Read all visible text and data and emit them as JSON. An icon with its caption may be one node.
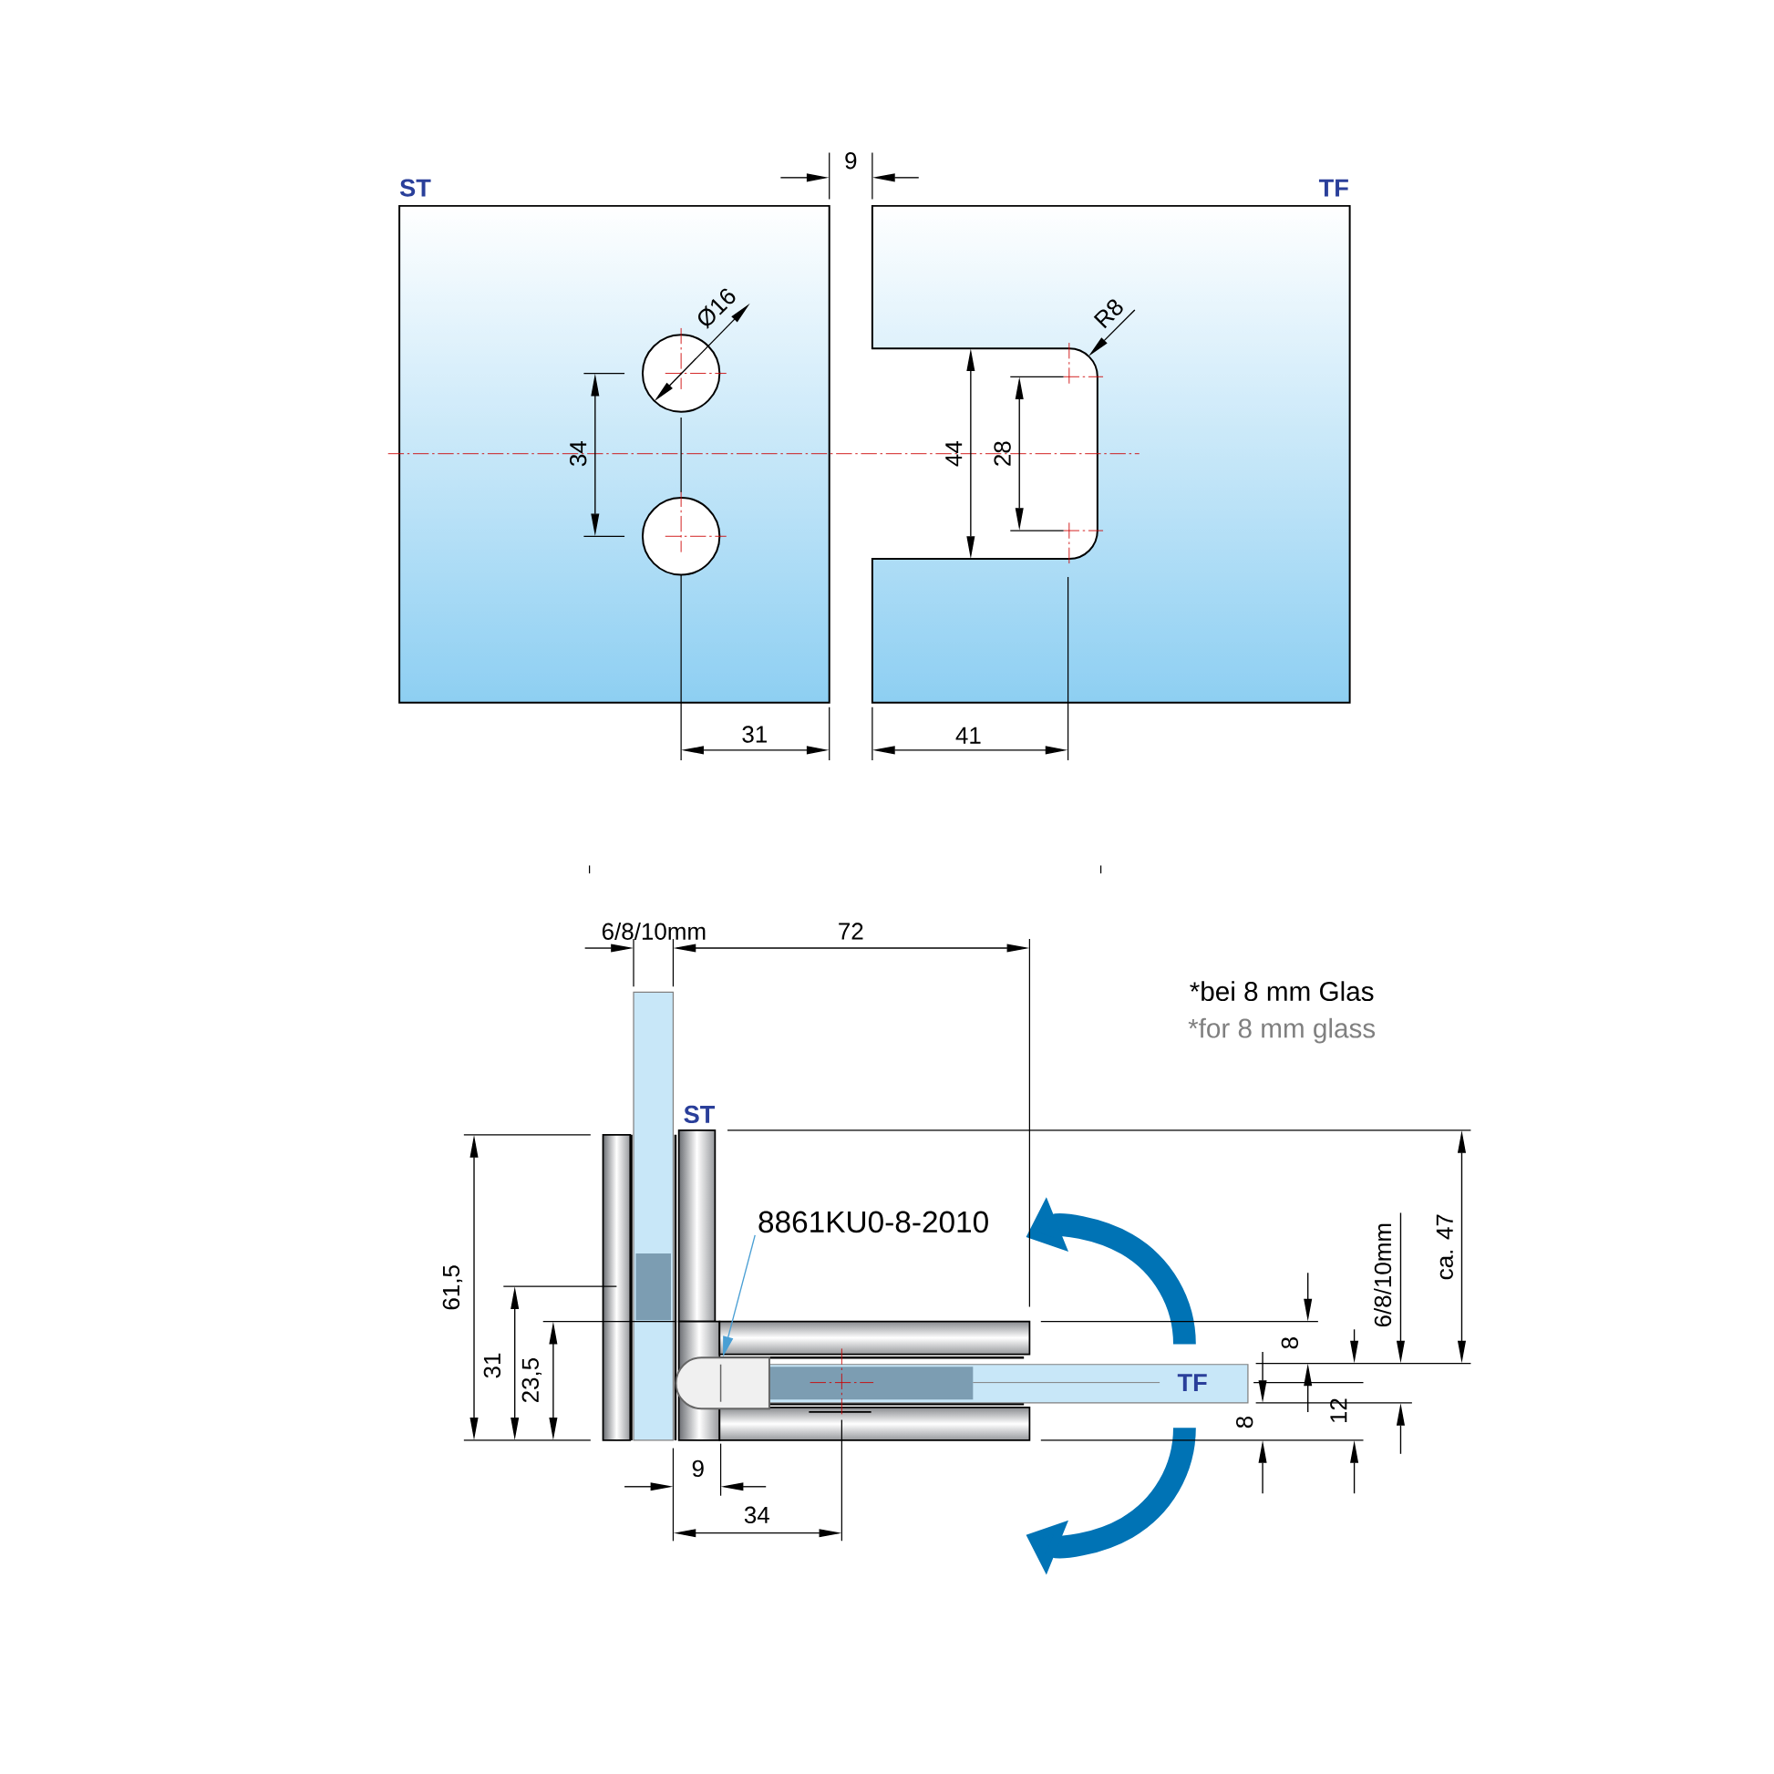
{
  "diagram": {
    "nodes": [
      {
        "text": [
          "8861KU0-8-2010"
        ]
      },
      {
        "text": [],
        "shape": "picture"
      }
    ],
    "edges": [
      {
        "from": 0,
        "to": 1,
        "arrow": "to",
        "color": "#4a9fd4"
      }
    ],
    "labels": [
      "9",
      "ST",
      "TF",
      "Ø16",
      "R8",
      "34",
      "44",
      "28",
      "31",
      "41",
      "6/8/10mm",
      "72",
      "*bei 8 mm Glas",
      "*for 8 mm glass",
      "ST",
      "61,5",
      "ca. 47",
      "6/8/10mm",
      "8",
      "31",
      "23,5",
      "TF",
      "12",
      "8",
      "9",
      "34"
    ]
  }
}
